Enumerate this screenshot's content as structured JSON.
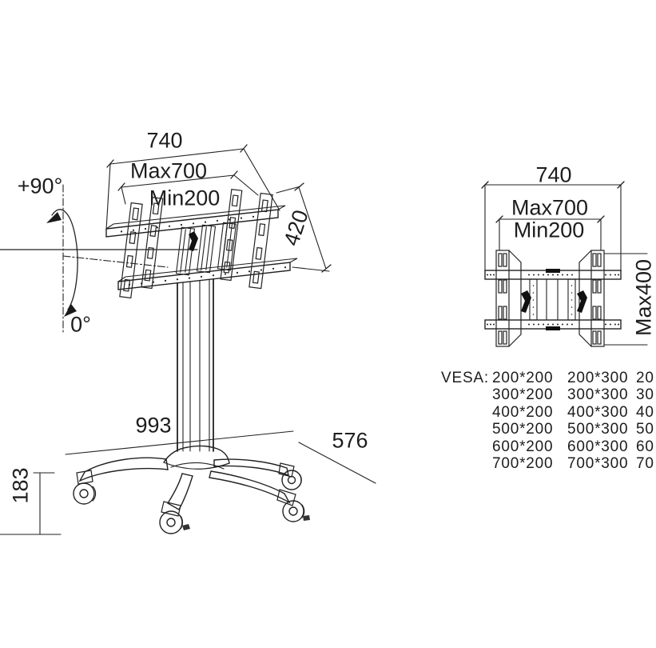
{
  "colors": {
    "line": "#222222",
    "text": "#1d1d1d",
    "background": "#ffffff"
  },
  "left_view": {
    "bracket_width": "740",
    "vesa_max_width": "Max700",
    "vesa_min_width": "Min200",
    "bracket_height": "420",
    "tilt_up": "+90°",
    "tilt_down": "0°",
    "base_width": "993",
    "base_depth": "576",
    "base_height": "183"
  },
  "right_view": {
    "bracket_width": "740",
    "vesa_max_width": "Max700",
    "vesa_min_width": "Min200",
    "vesa_max_height": "Max400"
  },
  "vesa_list": {
    "label": "VESA:",
    "rows": [
      [
        "200*200",
        "200*300",
        "20"
      ],
      [
        "300*200",
        "300*300",
        "30"
      ],
      [
        "400*200",
        "400*300",
        "40"
      ],
      [
        "500*200",
        "500*300",
        "50"
      ],
      [
        "600*200",
        "600*300",
        "60"
      ],
      [
        "700*200",
        "700*300",
        "70"
      ]
    ]
  }
}
